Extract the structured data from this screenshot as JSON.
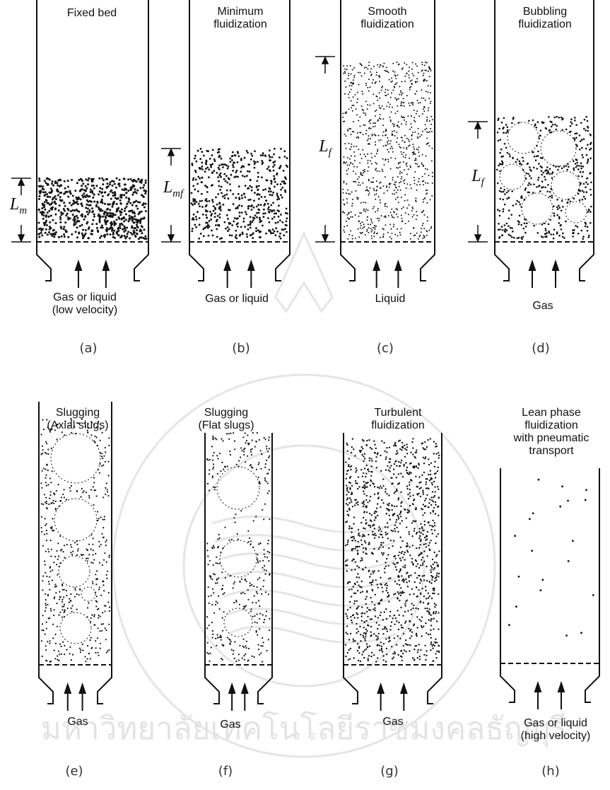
{
  "panels": [
    {
      "id": "a",
      "title": [
        "Fixed bed"
      ],
      "flow": [
        "Gas or liquid",
        "(low velocity)"
      ],
      "letter": "(a)",
      "dim": {
        "main": "L",
        "sub": "m"
      }
    },
    {
      "id": "b",
      "title": [
        "Minimum",
        "fluidization"
      ],
      "flow": [
        "Gas or liquid"
      ],
      "letter": "(b)",
      "dim": {
        "main": "L",
        "sub": "mf"
      }
    },
    {
      "id": "c",
      "title": [
        "Smooth",
        "fluidization"
      ],
      "flow": [
        "Liquid"
      ],
      "letter": "(c)",
      "dim": {
        "main": "L",
        "sub": "f"
      }
    },
    {
      "id": "d",
      "title": [
        "Bubbling",
        "fluidization"
      ],
      "flow": [
        "Gas"
      ],
      "letter": "(d)",
      "dim": {
        "main": "L",
        "sub": "f"
      }
    },
    {
      "id": "e",
      "title": [
        "Slugging",
        "(Axial slugs)"
      ],
      "flow": [
        "Gas"
      ],
      "letter": "(e)"
    },
    {
      "id": "f",
      "title": [
        "Slugging",
        "(Flat slugs)"
      ],
      "flow": [
        "Gas"
      ],
      "letter": "(f)"
    },
    {
      "id": "g",
      "title": [
        "Turbulent",
        "fluidization"
      ],
      "flow": [
        "Gas"
      ],
      "letter": "(g)"
    },
    {
      "id": "h",
      "title": [
        "Lean phase",
        "fluidization",
        "with pneumatic",
        "transport"
      ],
      "flow": [
        "Gas or liquid",
        "(high velocity)"
      ],
      "letter": "(h)"
    }
  ],
  "watermark": {
    "seal_text": "มหาวิทยาลัยเทคโนโลยีราชมงคลธัญบุรี"
  }
}
